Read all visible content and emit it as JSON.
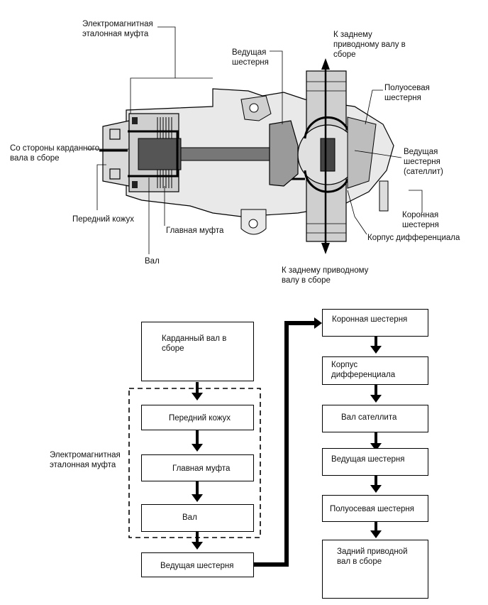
{
  "labels": {
    "em_clutch": "Электромагнитная\nэталонная муфта",
    "drive_gear": "Ведущая\nшестерня",
    "to_rear_shaft_top": "К заднему\nприводному валу в\nсборе",
    "side_gear": "Полуосевая\nшестерня",
    "cardan_side": "Со стороны карданного\nвала в сборе",
    "pinion_satellite": "Ведущая\nшестерня\n(сателлит)",
    "front_cover": "Передний кожух",
    "main_clutch": "Главная муфта",
    "ring_gear": "Коронная\nшестерня",
    "diff_case": "Корпус дифференциала",
    "shaft": "Вал",
    "to_rear_shaft_bottom": "К заднему приводному\nвалу в сборе"
  },
  "flow": {
    "group_label": "Электромагнитная\nэталонная муфта",
    "left": [
      "Карданный вал в\nсборе",
      "Передний кожух",
      "Главная муфта",
      "Вал",
      "Ведущая шестерня"
    ],
    "right": [
      "Коронная шестерня",
      "Корпус\nдифференциала",
      "Вал сателлита",
      "Ведущая шестерня",
      "Полуосевая шестерня",
      "Задний приводной\nвал в сборе"
    ]
  }
}
